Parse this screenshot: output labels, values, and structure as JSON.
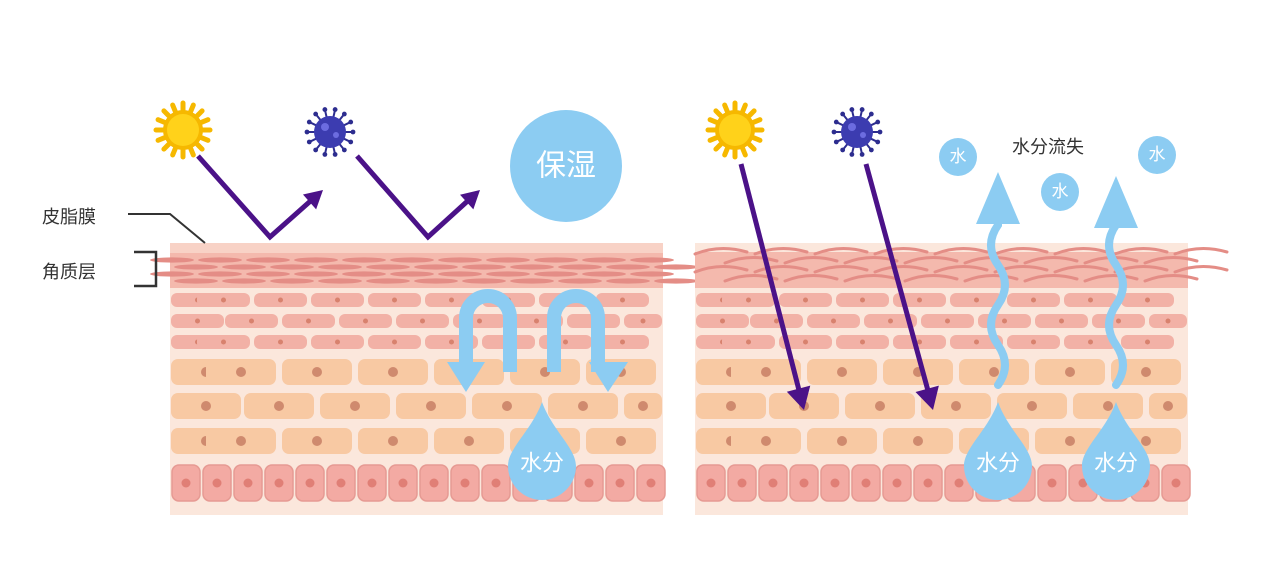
{
  "labels": {
    "sebum_film": "皮脂膜",
    "stratum_corneum": "角质层",
    "moisturize": "保湿",
    "moisture_left": "水分",
    "moisture_right_1": "水分",
    "moisture_right_2": "水分",
    "water_loss": "水分流失",
    "water_1": "水",
    "water_2": "水",
    "water_3": "水"
  },
  "icons": {
    "sun": "sun-icon",
    "virus": "virus-icon",
    "water_drop": "water-drop-icon"
  },
  "colors": {
    "uv_arrow": "#4b1288",
    "water": "#8cccf2",
    "sun_fill": "#ffd21a",
    "sun_ray": "#f6b800",
    "virus": "#3c3cb0",
    "skin_base": "#fbe7dc",
    "sebum_top": "#f4b9ad",
    "corneum_line": "#e48d86",
    "cell_pink": "#f2b1a6",
    "cell_peach": "#f8c9a3",
    "nucleus": "#cf8a6e",
    "basal_cell": "#f3aaa3"
  }
}
